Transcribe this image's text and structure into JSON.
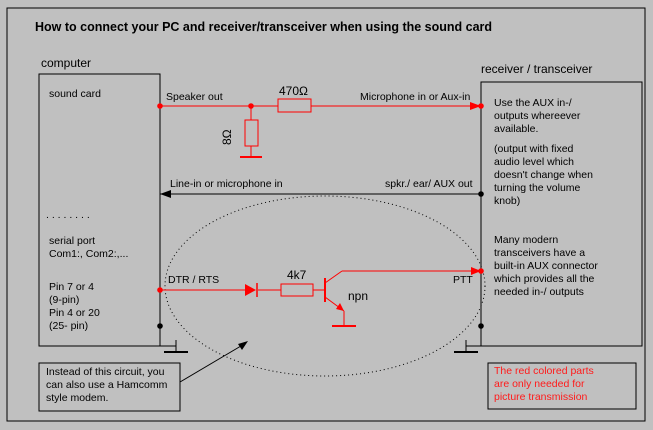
{
  "title": "How to connect your PC and receiver/transceiver when using the sound card",
  "computer": {
    "label": "computer",
    "sound_card": "sound card",
    "dots": ". . . . . . . .",
    "serial_port": "serial port\nCom1:, Com2:,...",
    "pins": "Pin 7 or 4\n(9-pin)\nPin 4 or 20\n(25- pin)"
  },
  "receiver": {
    "label": "receiver / transceiver",
    "note_aux": "Use the AUX in-/\noutputs whereever\navailable.",
    "note_fixed": "(output with fixed\naudio level which\ndoesn't change when\nturning the volume\nknob)",
    "note_modern": "Many modern\ntransceivers have a\nbuilt-in AUX connector\nwhich provides all the\nneeded in-/ outputs",
    "note_red": "The red colored parts\nare only needed for\npicture transmission"
  },
  "wires": {
    "speaker_out": "Speaker out",
    "mic_in": "Microphone in or Aux-in",
    "line_in": "Line-in or microphone in",
    "spkr_out": "spkr./ ear/ AUX out",
    "dtr_rts": "DTR / RTS",
    "ptt": "PTT"
  },
  "components": {
    "r1": "470Ω",
    "r2": "8Ω",
    "r3": "4k7",
    "transistor": "npn"
  },
  "callout": "Instead of this circuit, you\ncan also use a Hamcomm\nstyle modem.",
  "colors": {
    "background": "#c0c0c0",
    "circuit_red": "#ff0000",
    "line": "#000000"
  }
}
